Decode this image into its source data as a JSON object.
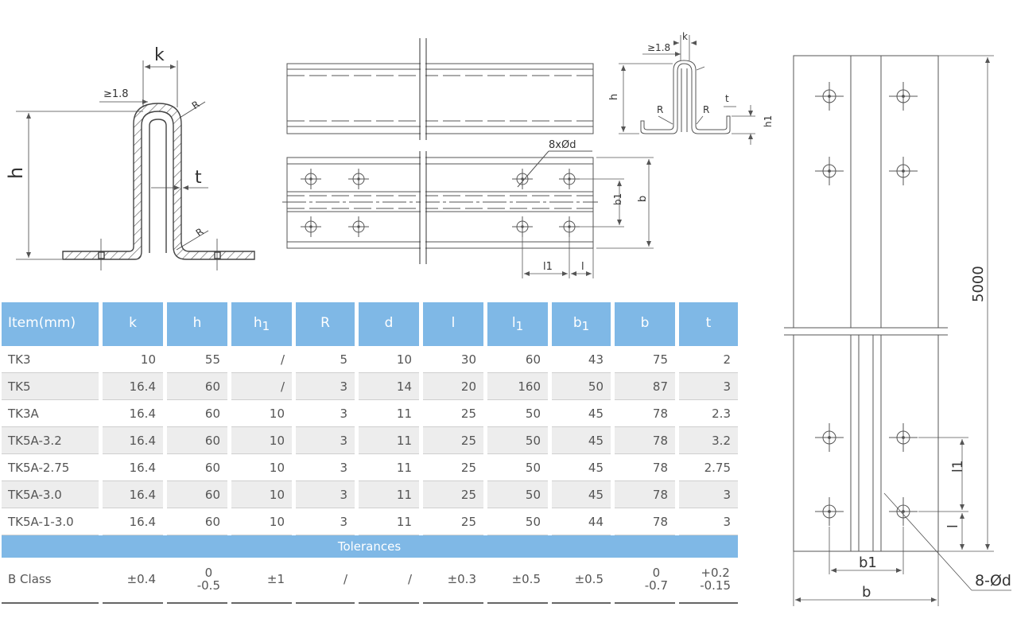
{
  "table": {
    "headers": [
      {
        "main": "Item(mm)",
        "sub": ""
      },
      {
        "main": "k",
        "sub": ""
      },
      {
        "main": "h",
        "sub": ""
      },
      {
        "main": "h",
        "sub": "1"
      },
      {
        "main": "R",
        "sub": ""
      },
      {
        "main": "d",
        "sub": ""
      },
      {
        "main": "l",
        "sub": ""
      },
      {
        "main": "l",
        "sub": "1"
      },
      {
        "main": "b",
        "sub": "1"
      },
      {
        "main": "b",
        "sub": ""
      },
      {
        "main": "t",
        "sub": ""
      }
    ],
    "rows": [
      [
        "TK3",
        "10",
        "55",
        "/",
        "5",
        "10",
        "30",
        "60",
        "43",
        "75",
        "2"
      ],
      [
        "TK5",
        "16.4",
        "60",
        "/",
        "3",
        "14",
        "20",
        "160",
        "50",
        "87",
        "3"
      ],
      [
        "TK3A",
        "16.4",
        "60",
        "10",
        "3",
        "11",
        "25",
        "50",
        "45",
        "78",
        "2.3"
      ],
      [
        "TK5A-3.2",
        "16.4",
        "60",
        "10",
        "3",
        "11",
        "25",
        "50",
        "45",
        "78",
        "3.2"
      ],
      [
        "TK5A-2.75",
        "16.4",
        "60",
        "10",
        "3",
        "11",
        "25",
        "50",
        "45",
        "78",
        "2.75"
      ],
      [
        "TK5A-3.0",
        "16.4",
        "60",
        "10",
        "3",
        "11",
        "25",
        "50",
        "45",
        "78",
        "3"
      ],
      [
        "TK5A-1-3.0",
        "16.4",
        "60",
        "10",
        "3",
        "11",
        "25",
        "50",
        "44",
        "78",
        "3"
      ]
    ],
    "tolerances_label": "Tolerances",
    "bclass": {
      "label": "B Class",
      "values": [
        {
          "top": "±0.4",
          "bottom": ""
        },
        {
          "top": "0",
          "bottom": "-0.5"
        },
        {
          "top": "±1",
          "bottom": ""
        },
        {
          "top": "/",
          "bottom": ""
        },
        {
          "top": "/",
          "bottom": ""
        },
        {
          "top": "±0.3",
          "bottom": ""
        },
        {
          "top": "±0.5",
          "bottom": ""
        },
        {
          "top": "±0.5",
          "bottom": ""
        },
        {
          "top": "0",
          "bottom": "-0.7"
        },
        {
          "top": "+0.2",
          "bottom": "-0.15"
        }
      ]
    }
  },
  "labels": {
    "k": "k",
    "ge18": "≥1.8",
    "R": "R",
    "h": "h",
    "t": "t",
    "h1": "h1",
    "b": "b",
    "b1": "b1",
    "l": "l",
    "l1": "l1",
    "holes_small": "8xØd",
    "holes_large": "8-Ød",
    "length": "5000"
  }
}
